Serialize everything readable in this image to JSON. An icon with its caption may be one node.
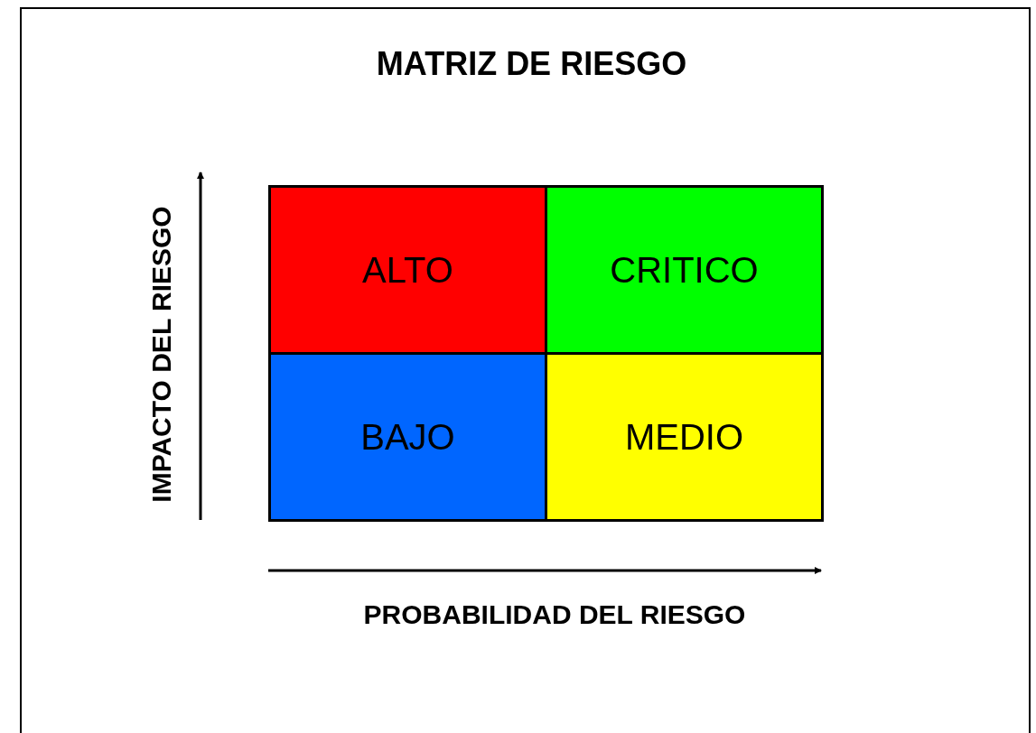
{
  "diagram": {
    "title": "MATRIZ DE RIESGO",
    "nodes": [
      {
        "text": [
          "ALTO"
        ]
      },
      {
        "text": [
          "CRITICO"
        ]
      },
      {
        "text": [
          "BAJO"
        ]
      },
      {
        "text": [
          "MEDIO"
        ]
      }
    ],
    "labels": [
      "IMPACTO DEL RIESGO",
      "PROBABILIDAD DEL RIESGO"
    ]
  }
}
